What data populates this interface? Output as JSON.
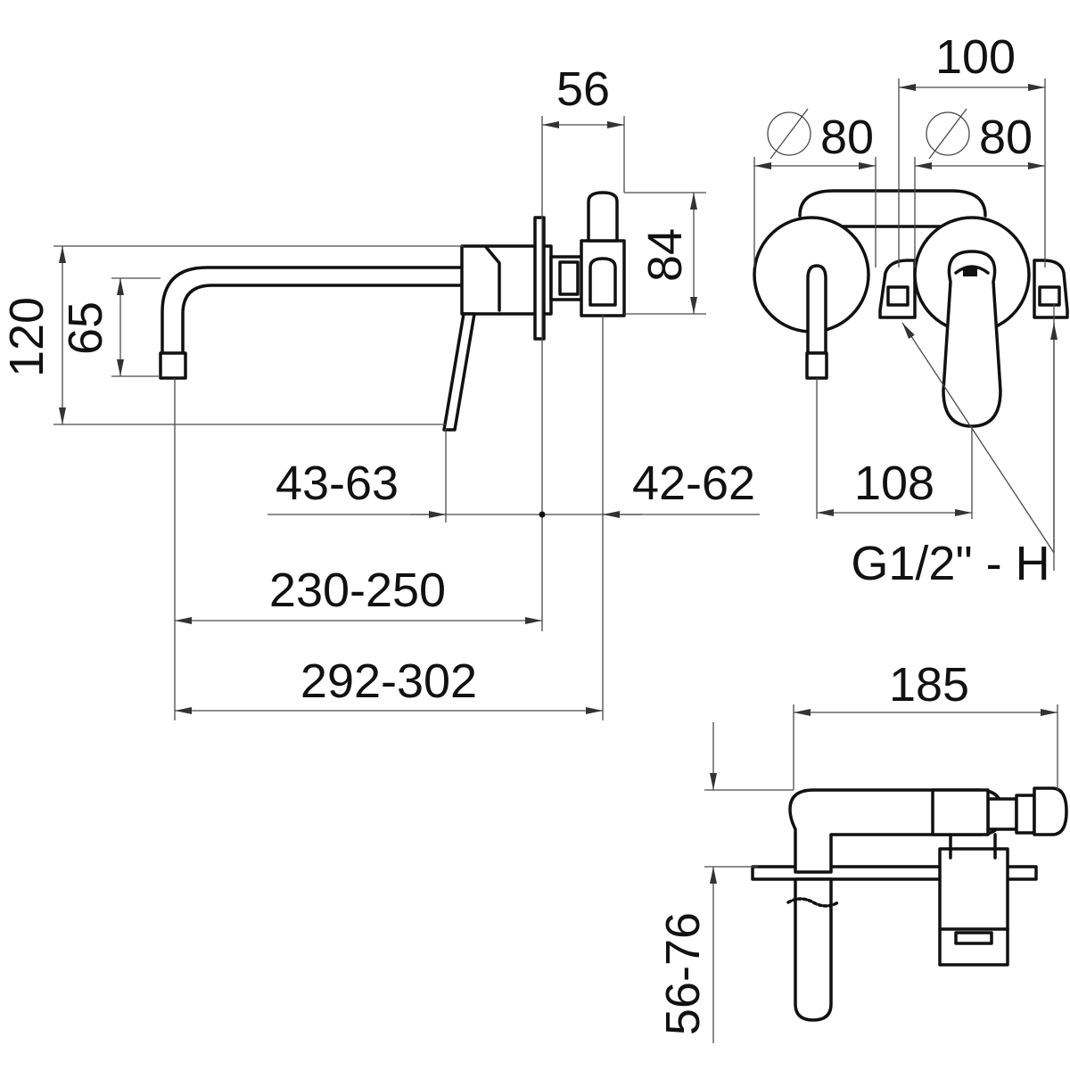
{
  "dimensions": {
    "d56": "56",
    "d100": "100",
    "dia_left": "80",
    "dia_right": "80",
    "d84": "84",
    "d120": "120",
    "d65": "65",
    "d43_63": "43-63",
    "d42_62": "42-62",
    "d108": "108",
    "thread": "G1/2\" - H",
    "d230_250": "230-250",
    "d292_302": "292-302",
    "d185": "185",
    "d56_76": "56-76"
  }
}
